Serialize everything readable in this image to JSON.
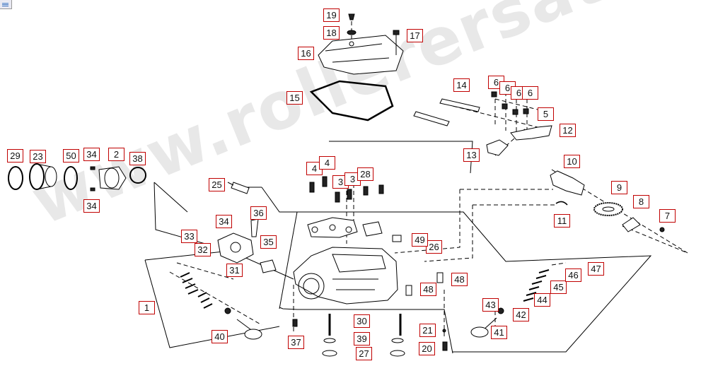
{
  "watermark": "www.rollerersatzteile.de",
  "labels": {
    "l1": "1",
    "l2": "2",
    "l3a": "3",
    "l3b": "3",
    "l4a": "4",
    "l4b": "4",
    "l5": "5",
    "l6a": "6",
    "l6b": "6",
    "l6c": "6",
    "l6d": "6",
    "l7": "7",
    "l8": "8",
    "l9": "9",
    "l10": "10",
    "l11": "11",
    "l12": "12",
    "l13": "13",
    "l14": "14",
    "l15": "15",
    "l16": "16",
    "l17": "17",
    "l18": "18",
    "l19": "19",
    "l20": "20",
    "l21": "21",
    "l23": "23",
    "l25": "25",
    "l26": "26",
    "l27": "27",
    "l28": "28",
    "l29": "29",
    "l30": "30",
    "l31": "31",
    "l32": "32",
    "l33": "33",
    "l34a": "34",
    "l34b": "34",
    "l34c": "34",
    "l35": "35",
    "l36": "36",
    "l37": "37",
    "l38": "38",
    "l39": "39",
    "l40": "40",
    "l41": "41",
    "l42": "42",
    "l43": "43",
    "l44": "44",
    "l45": "45",
    "l46": "46",
    "l47": "47",
    "l48a": "48",
    "l48b": "48",
    "l49": "49",
    "l50": "50"
  },
  "colors": {
    "label_border": "#c00000",
    "line": "#000000",
    "watermark": "#e8e8e8"
  }
}
